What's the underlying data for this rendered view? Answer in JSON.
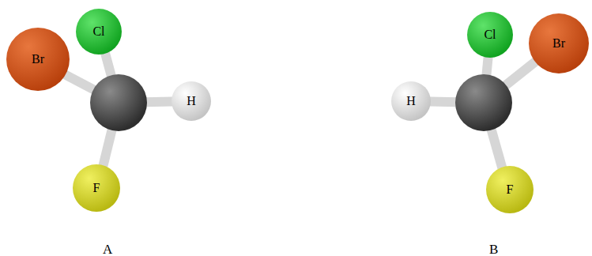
{
  "diagram": {
    "nodes": [
      {
        "text": [
          "Br"
        ]
      },
      {
        "text": [
          "Cl"
        ]
      },
      {
        "text": [
          "H"
        ]
      },
      {
        "text": [
          "F"
        ]
      },
      {
        "text": [
          "Cl"
        ]
      },
      {
        "text": [
          "Br"
        ]
      },
      {
        "text": [
          "H"
        ]
      },
      {
        "text": [
          "F"
        ]
      }
    ],
    "labels": [
      "A",
      "B"
    ]
  }
}
